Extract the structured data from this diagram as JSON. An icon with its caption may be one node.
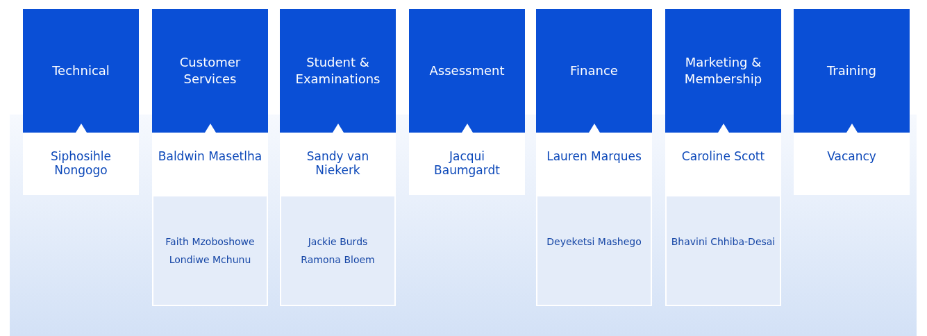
{
  "diagram": {
    "nodes": [
      {
        "text": [
          "Technical"
        ]
      },
      {
        "text": [
          "Customer Services"
        ]
      },
      {
        "text": [
          "Student & Examinations"
        ]
      },
      {
        "text": [
          "Assessment"
        ]
      },
      {
        "text": [
          "Finance"
        ]
      },
      {
        "text": [
          "Marketing & Membership"
        ]
      },
      {
        "text": [
          "Training"
        ]
      },
      {
        "text": [
          "Siphosihle Nongogo"
        ]
      },
      {
        "text": [
          "Baldwin Masetlha"
        ]
      },
      {
        "text": [
          "Sandy van Niekerk"
        ]
      },
      {
        "text": [
          "Jacqui Baumgardt"
        ]
      },
      {
        "text": [
          "Lauren Marques"
        ]
      },
      {
        "text": [
          "Caroline Scott"
        ]
      },
      {
        "text": [
          "Vacancy"
        ]
      },
      {
        "text": [
          "Faith Mzoboshowe",
          "Londiwe Mchunu"
        ]
      },
      {
        "text": [
          "Jackie Burds",
          "Ramona Bloem"
        ]
      },
      {
        "text": [
          "Deyeketsi Mashego"
        ]
      },
      {
        "text": [
          "Bhavini Chhiba-Desai"
        ]
      }
    ]
  }
}
